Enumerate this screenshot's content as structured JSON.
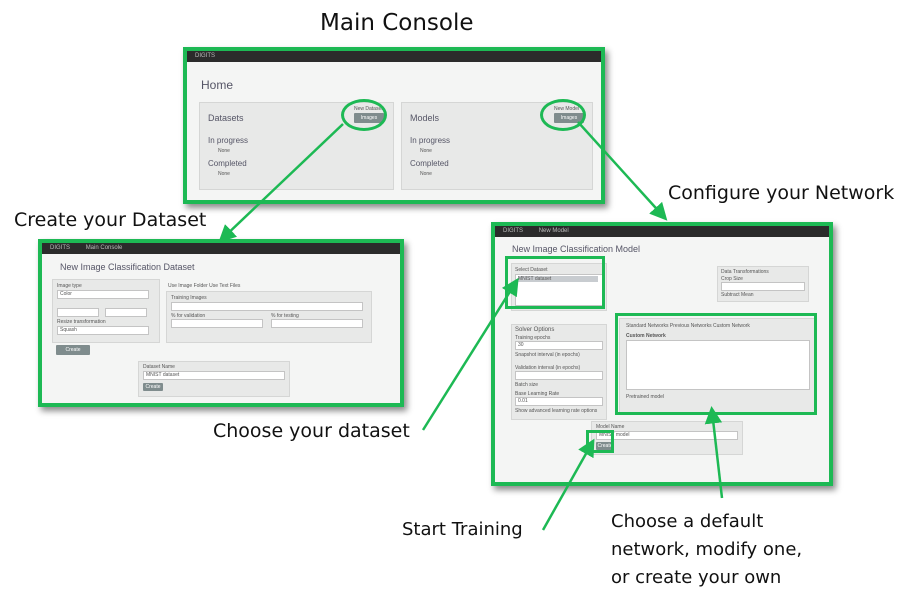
{
  "callouts": {
    "main_console": "Main Console",
    "create_dataset": "Create your Dataset",
    "configure_network": "Configure your Network",
    "choose_dataset": "Choose your dataset",
    "start_training": "Start Training",
    "default_network_1": "Choose a default",
    "default_network_2": "network, modify one,",
    "default_network_3": "or create your own"
  },
  "main_console": {
    "brand": "DIGITS",
    "heading": "Home",
    "datasets": {
      "title": "Datasets",
      "new_label": "New Dataset",
      "button": "Images",
      "in_progress": "In progress",
      "in_progress_item": "None",
      "completed": "Completed",
      "completed_item": "None"
    },
    "models": {
      "title": "Models",
      "new_label": "New Model",
      "button": "Images",
      "in_progress": "In progress",
      "in_progress_item": "None",
      "completed": "Completed",
      "completed_item": "None"
    }
  },
  "dataset_screen": {
    "brand": "DIGITS",
    "nav": "Main Console",
    "title": "New Image Classification Dataset",
    "image_type_label": "Image type",
    "image_type_value": "Color",
    "resize_label": "Resize transformation",
    "resize_value": "Squash",
    "create_button": "Create",
    "use_tabs": "Use Image Folder     Use Text Files",
    "training_images_label": "Training Images",
    "validation_label": "% for validation",
    "testing_label": "% for testing",
    "dataset_name_label": "Dataset Name",
    "dataset_name_value": "MNIST dataset"
  },
  "model_screen": {
    "brand": "DIGITS",
    "nav": "New Model",
    "title": "New Image Classification Model",
    "select_dataset_label": "Select Dataset",
    "selected_dataset": "MNIST dataset",
    "solver_title": "Solver Options",
    "epochs_label": "Training epochs",
    "epochs_value": "30",
    "snapshot_label": "Snapshot interval (in epochs)",
    "validation_label": "Validation interval (in epochs)",
    "batch_label": "Batch size",
    "lr_label": "Base Learning Rate",
    "lr_value": "0.01",
    "advanced_label": "Show advanced learning rate options",
    "transforms_title": "Data Transformations",
    "crop_label": "Crop Size",
    "mean_label": "Subtract Mean",
    "tabs": "Standard Networks     Previous Networks     Custom Network",
    "custom_network_label": "Custom Network",
    "pretrained_label": "Pretrained model",
    "model_name_label": "Model Name",
    "model_name_value": "MNIST model",
    "create_button": "Create"
  },
  "colors": {
    "highlight": "#1db954",
    "topbar": "#2b2b2b",
    "button": "#7f8c8d"
  }
}
